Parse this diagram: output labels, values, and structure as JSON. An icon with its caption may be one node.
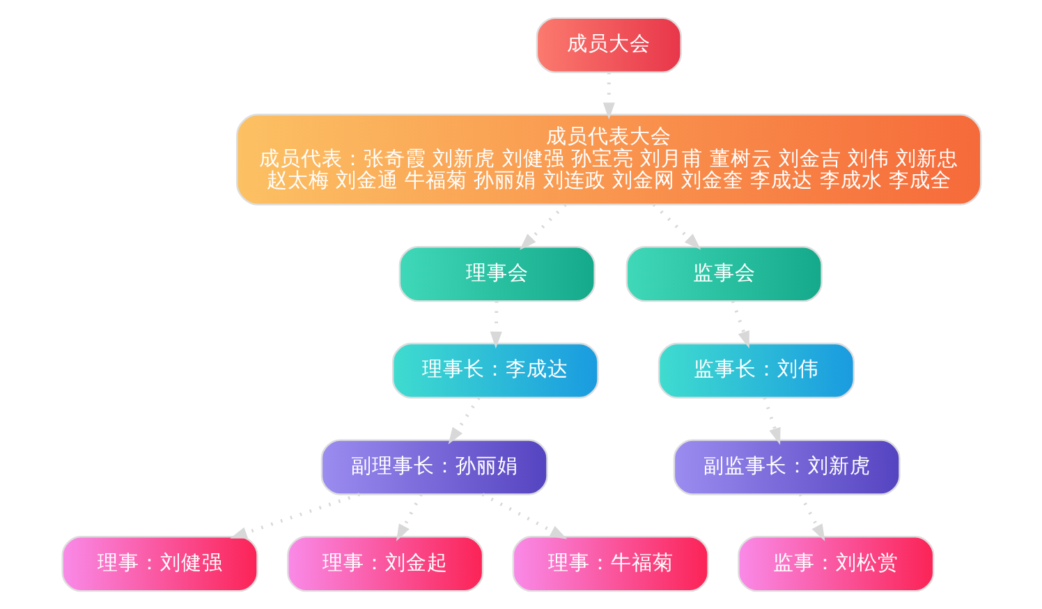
{
  "diagram": {
    "nodes": [
      {
        "text": [
          "成员大会"
        ]
      },
      {
        "text": [
          "成员代表大会",
          "成员代表：张奇霞 刘新虎 刘健强 孙宝亮 刘月甫 董树云 刘金吉 刘伟 刘新忠",
          "赵太梅 刘金通 牛福菊 孙丽娟 刘连政 刘金网 刘金奎 李成达 李成水 李成全"
        ]
      },
      {
        "text": [
          "理事会"
        ]
      },
      {
        "text": [
          "监事会"
        ]
      },
      {
        "text": [
          "理事长：李成达"
        ]
      },
      {
        "text": [
          "监事长：刘伟"
        ]
      },
      {
        "text": [
          "副理事长：孙丽娟"
        ]
      },
      {
        "text": [
          "副监事长：刘新虎"
        ]
      },
      {
        "text": [
          "理事：刘健强"
        ]
      },
      {
        "text": [
          "理事：刘金起"
        ]
      },
      {
        "text": [
          "理事：牛福菊"
        ]
      },
      {
        "text": [
          "监事：刘松赏"
        ]
      }
    ],
    "edges": [
      {
        "from": 0,
        "to": 1,
        "arrow": "to"
      },
      {
        "from": 1,
        "to": 2,
        "arrow": "to"
      },
      {
        "from": 1,
        "to": 3,
        "arrow": "to"
      },
      {
        "from": 2,
        "to": 4,
        "arrow": "to"
      },
      {
        "from": 3,
        "to": 5,
        "arrow": "to"
      },
      {
        "from": 4,
        "to": 6,
        "arrow": "to"
      },
      {
        "from": 5,
        "to": 7,
        "arrow": "to"
      },
      {
        "from": 6,
        "to": 8,
        "arrow": "to"
      },
      {
        "from": 6,
        "to": 9,
        "arrow": "to"
      },
      {
        "from": 6,
        "to": 10,
        "arrow": "to"
      },
      {
        "from": 7,
        "to": 11,
        "arrow": "to"
      }
    ]
  }
}
